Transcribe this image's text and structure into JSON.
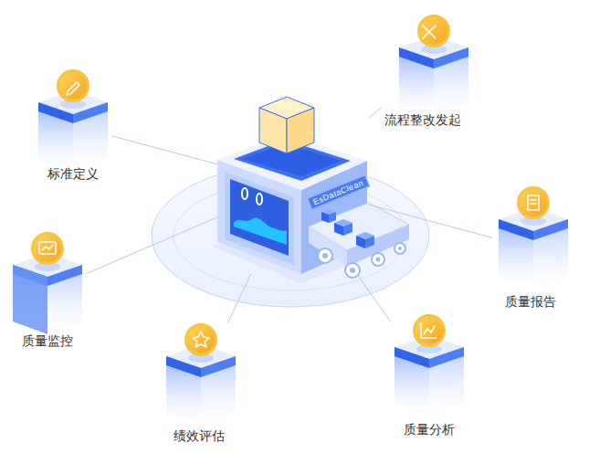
{
  "diagram": {
    "nodes": [
      {
        "text": [
          "EsDataClean"
        ]
      },
      {
        "text": [
          "标准定义"
        ]
      },
      {
        "text": [
          "流程整改发起"
        ]
      },
      {
        "text": [
          "质量监控"
        ]
      },
      {
        "text": [
          "质量报告"
        ]
      },
      {
        "text": [
          "绩效评估"
        ]
      },
      {
        "text": [
          "质量分析"
        ]
      }
    ],
    "edges": [
      {
        "from": 0,
        "to": 1,
        "arrow": "none"
      },
      {
        "from": 0,
        "to": 2,
        "arrow": "none"
      },
      {
        "from": 0,
        "to": 3,
        "arrow": "none"
      },
      {
        "from": 0,
        "to": 4,
        "arrow": "none"
      },
      {
        "from": 0,
        "to": 5,
        "arrow": "none"
      },
      {
        "from": 0,
        "to": 6,
        "arrow": "none"
      }
    ]
  }
}
